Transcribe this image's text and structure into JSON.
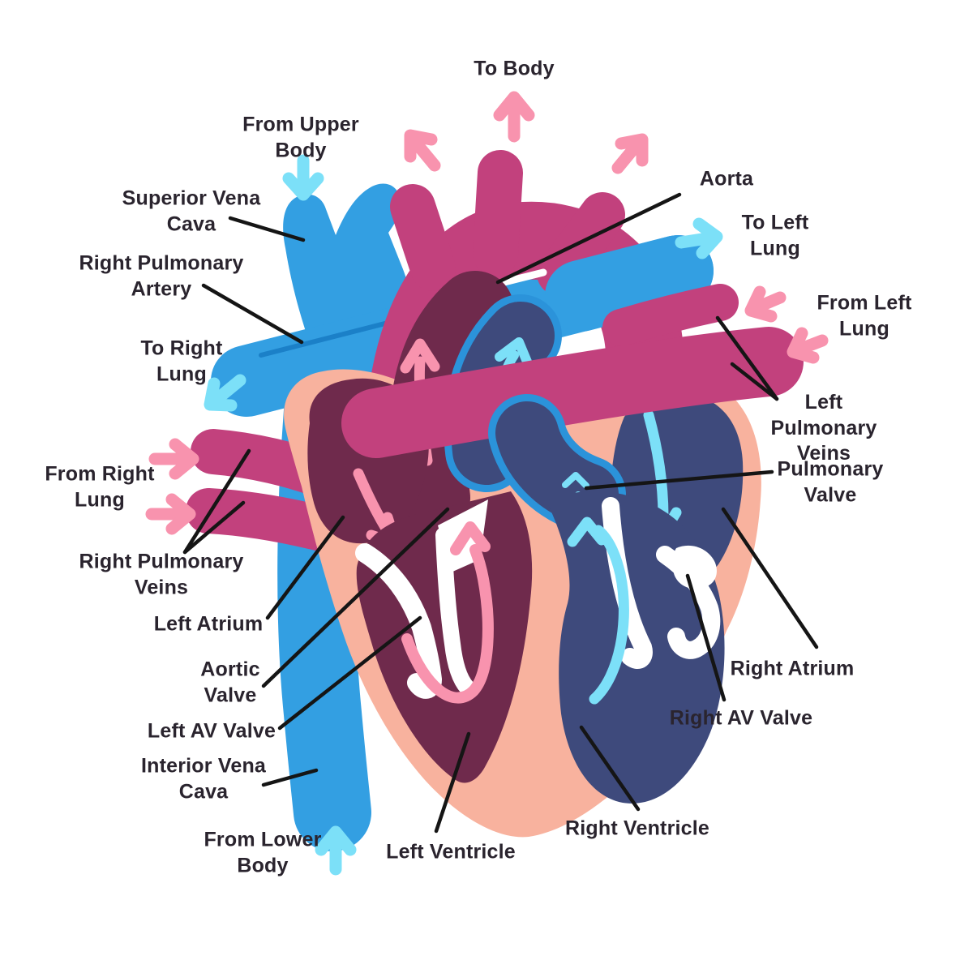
{
  "palette": {
    "background": "#FFFFFF",
    "vein_blue": "#339FE2",
    "vein_blue_edge": "#1B80C8",
    "artery_magenta": "#C2417D",
    "left_heart_maroon": "#6F2A4C",
    "right_heart_navy": "#3E4A7C",
    "myocardium_peach": "#F8B29E",
    "oxygenated_arrow_pink": "#F893AE",
    "deoxygenated_arrow_cyan": "#7CE0F8",
    "valve_white": "#FFFFFF",
    "label_text": "#2A242E",
    "leader_line": "#151515"
  },
  "labels": [
    {
      "id": "to-body",
      "text": "To Body"
    },
    {
      "id": "from-upper-body",
      "text": "From Upper\nBody"
    },
    {
      "id": "superior-vena-cava",
      "text": "Superior Vena\nCava"
    },
    {
      "id": "right-pulmonary-artery",
      "text": "Right Pulmonary\nArtery"
    },
    {
      "id": "to-right-lung",
      "text": "To Right\nLung"
    },
    {
      "id": "from-right-lung",
      "text": "From Right\nLung"
    },
    {
      "id": "right-pulmonary-veins",
      "text": "Right Pulmonary\nVeins"
    },
    {
      "id": "left-atrium",
      "text": "Left Atrium"
    },
    {
      "id": "aortic-valve",
      "text": "Aortic\nValve"
    },
    {
      "id": "left-av-valve",
      "text": "Left AV Valve"
    },
    {
      "id": "interior-vena-cava",
      "text": "Interior Vena\nCava"
    },
    {
      "id": "from-lower-body",
      "text": "From Lower\nBody"
    },
    {
      "id": "left-ventricle",
      "text": "Left Ventricle"
    },
    {
      "id": "right-ventricle",
      "text": "Right Ventricle"
    },
    {
      "id": "right-av-valve",
      "text": "Right AV Valve"
    },
    {
      "id": "right-atrium",
      "text": "Right Atrium"
    },
    {
      "id": "pulmonary-valve",
      "text": "Pulmonary\nValve"
    },
    {
      "id": "left-pulmonary-veins",
      "text": "Left Pulmonary\nVeins"
    },
    {
      "id": "from-left-lung",
      "text": "From Left\nLung"
    },
    {
      "id": "to-left-lung",
      "text": "To Left\nLung"
    },
    {
      "id": "aorta",
      "text": "Aorta"
    }
  ],
  "flow_arrows": [
    {
      "id": "to-body-arrow",
      "direction": "up",
      "color": "pink"
    },
    {
      "id": "aorta-branch-left-arrow",
      "direction": "up-left",
      "color": "pink"
    },
    {
      "id": "aorta-branch-right-arrow",
      "direction": "up-right",
      "color": "pink"
    },
    {
      "id": "from-upper-body-arrow",
      "direction": "down",
      "color": "cyan"
    },
    {
      "id": "to-right-lung-arrow",
      "direction": "down-left",
      "color": "cyan"
    },
    {
      "id": "from-right-lung-arrow-1",
      "direction": "right",
      "color": "pink"
    },
    {
      "id": "from-right-lung-arrow-2",
      "direction": "right",
      "color": "pink"
    },
    {
      "id": "to-left-lung-arrow",
      "direction": "right",
      "color": "cyan"
    },
    {
      "id": "from-left-lung-arrow-1",
      "direction": "down-left",
      "color": "pink"
    },
    {
      "id": "from-left-lung-arrow-2",
      "direction": "down-left",
      "color": "pink"
    },
    {
      "id": "from-lower-body-arrow",
      "direction": "up",
      "color": "cyan"
    },
    {
      "id": "left-atrium-flow-arrow",
      "direction": "down-right",
      "color": "pink"
    },
    {
      "id": "left-ventricle-flow-arrow",
      "direction": "up",
      "color": "pink"
    },
    {
      "id": "aorta-outflow-arrow",
      "direction": "up",
      "color": "pink"
    },
    {
      "id": "right-atrium-flow-arrow",
      "direction": "down",
      "color": "cyan"
    },
    {
      "id": "right-ventricle-flow-arrow",
      "direction": "up",
      "color": "cyan"
    },
    {
      "id": "pulmonary-outflow-arrow",
      "direction": "up-right",
      "color": "cyan"
    },
    {
      "id": "pulmonary-valve-chevrons",
      "direction": "up",
      "color": "cyan"
    }
  ]
}
